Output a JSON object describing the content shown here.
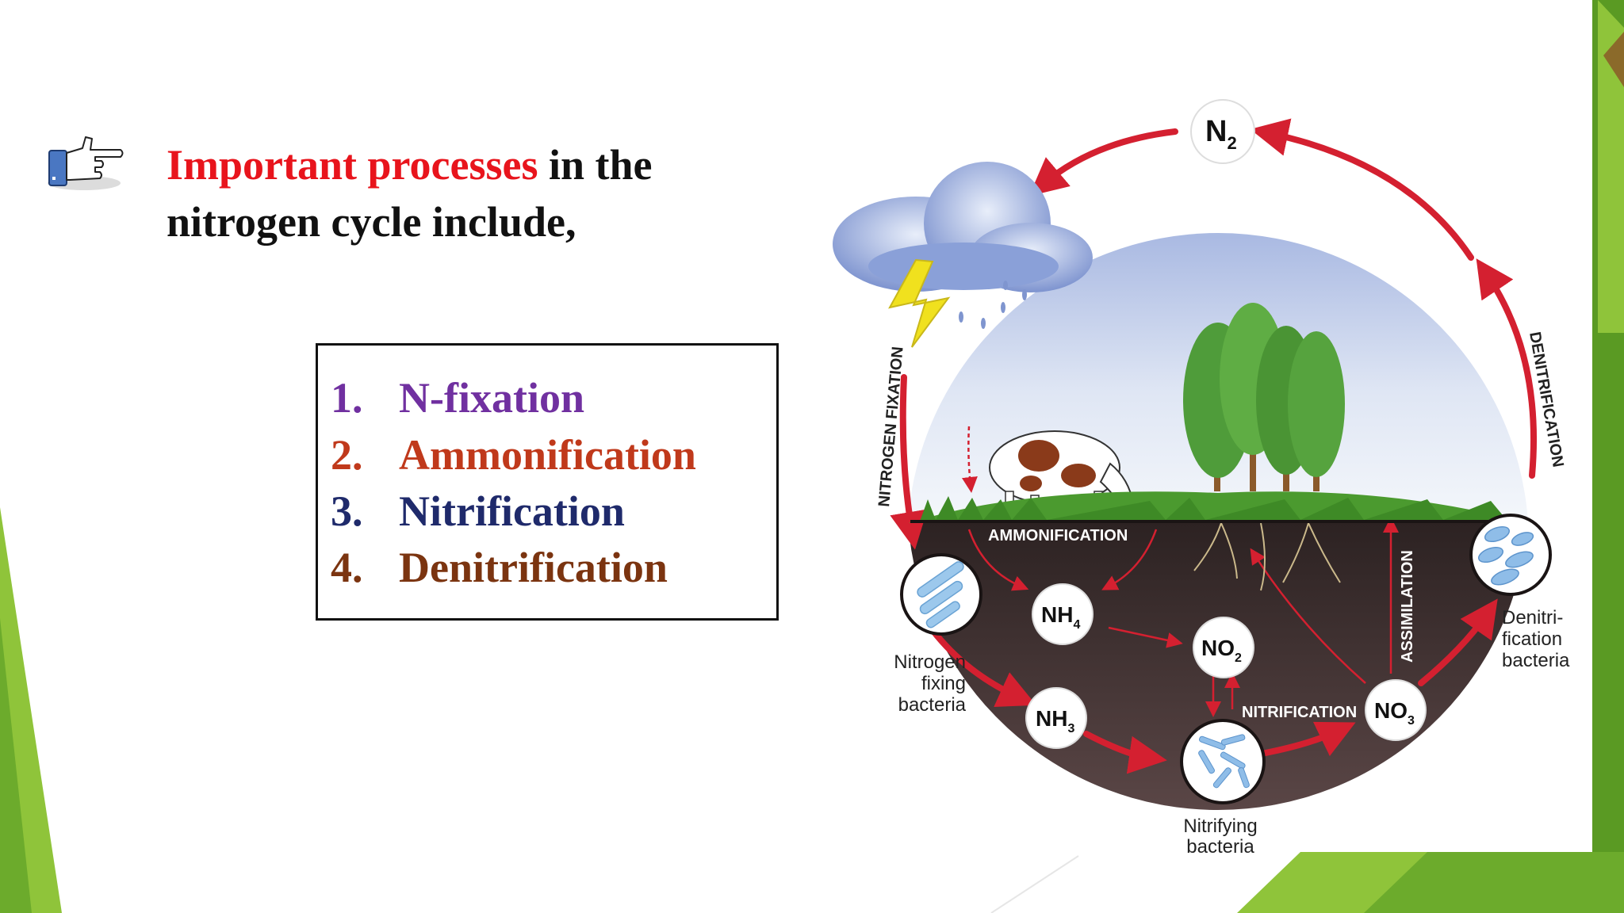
{
  "slide": {
    "colors": {
      "accent_red": "#e8141c",
      "text_dark": "#111111",
      "green_light": "#8fc43a",
      "green_dark": "#5a9a23",
      "cycle_arrow": "#d42030",
      "soil": "#3a2d2c"
    },
    "icon": "pointing-hand-icon",
    "title": {
      "highlight": "Important processes",
      "rest": " in the",
      "line2": "nitrogen cycle include,"
    },
    "processes": [
      {
        "number": "1.",
        "name": "N-fixation",
        "color": "#7030a0"
      },
      {
        "number": "2.",
        "name": "Ammonification",
        "color": "#c0391b"
      },
      {
        "number": "3.",
        "name": "Nitrification",
        "color": "#1f2a6b"
      },
      {
        "number": "4.",
        "name": "Denitrification",
        "color": "#7b3410"
      }
    ]
  },
  "diagram": {
    "nodes": {
      "n2": {
        "base": "N",
        "sub": "2"
      },
      "nh4": {
        "base": "NH",
        "sub": "4"
      },
      "no2": {
        "base": "NO",
        "sub": "2"
      },
      "nh3": {
        "base": "NH",
        "sub": "3"
      },
      "no3": {
        "base": "NO",
        "sub": "3"
      }
    },
    "labels": {
      "nitrogen_fixation": "NITROGEN FIXATION",
      "denitrification": "DENITRIFICATION",
      "ammonification": "AMMONIFICATION",
      "nitrification": "NITRIFICATION",
      "assimilation": "ASSIMILATION"
    },
    "bacteria": {
      "nitrogen_fixing": [
        "Nitrogen",
        "fixing",
        "bacteria"
      ],
      "nitrifying": [
        "Nitrifying",
        "bacteria"
      ],
      "denitrification": [
        "Denitri-",
        "fication",
        "bacteria"
      ]
    }
  }
}
